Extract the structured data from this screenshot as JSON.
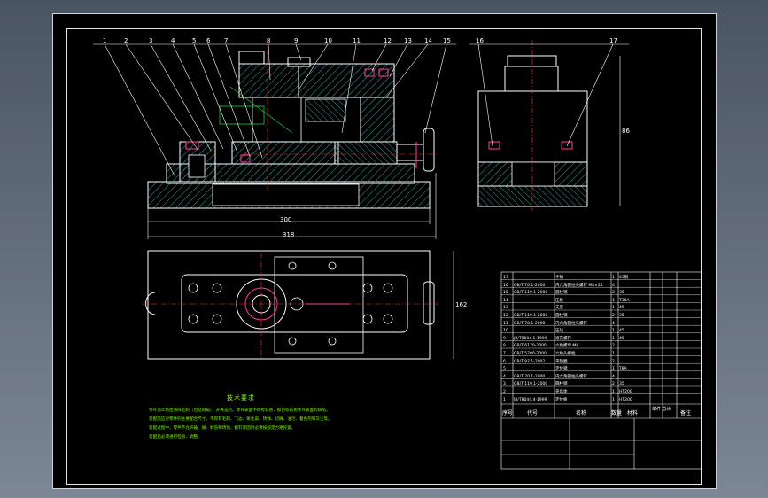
{
  "drawing": {
    "balloons": [
      "1",
      "2",
      "3",
      "4",
      "5",
      "6",
      "7",
      "8",
      "9",
      "10",
      "11",
      "12",
      "13",
      "14",
      "15",
      "16",
      "17"
    ],
    "dimensions": {
      "front_length": "300",
      "overall_length": "318",
      "side_height": "86",
      "plan_width": "162"
    }
  },
  "technical_requirements": {
    "title": "技术要求",
    "lines": [
      "零件加工前应清除毛刺（包括倒角），并去油污。零件表面不得有划伤，擦伤等损伤零件表面的缺陷。",
      "装配前应对零件的主要配合尺寸，不得有毛刺、飞边、氧化皮、锈蚀、切屑、油污、着色剂和灰尘等。",
      "装配过程中，零件不允许磕、碰、划伤和锈蚀，螺钉紧固时必须按规定力矩拧紧。",
      "装配后必须进行检验、调整。"
    ]
  },
  "bom": {
    "rows": [
      {
        "no": "17",
        "code": "",
        "name": "手柄",
        "qty": "1",
        "material": "45钢",
        "note": ""
      },
      {
        "no": "16",
        "code": "GB/T 70.1-2000",
        "name": "内六角圆柱头螺钉 M8×25",
        "qty": "4",
        "material": "",
        "note": ""
      },
      {
        "no": "15",
        "code": "GB/T 119.1-2000",
        "name": "圆柱销",
        "qty": "2",
        "material": "35",
        "note": ""
      },
      {
        "no": "14",
        "code": "",
        "name": "压板",
        "qty": "1",
        "material": "T10A",
        "note": ""
      },
      {
        "no": "13",
        "code": "",
        "name": "支座",
        "qty": "1",
        "material": "45",
        "note": ""
      },
      {
        "no": "12",
        "code": "GB/T 119.1-2000",
        "name": "圆柱销",
        "qty": "2",
        "material": "35",
        "note": ""
      },
      {
        "no": "11",
        "code": "GB/T 70.1-2000",
        "name": "内六角圆柱头螺钉",
        "qty": "4",
        "material": "",
        "note": ""
      },
      {
        "no": "10",
        "code": "",
        "name": "压块",
        "qty": "1",
        "material": "45",
        "note": ""
      },
      {
        "no": "9",
        "code": "JB/T8004.1-1999",
        "name": "滚花螺钉",
        "qty": "1",
        "material": "45",
        "note": ""
      },
      {
        "no": "8",
        "code": "GB/T 6170-2000",
        "name": "六角螺母 M8",
        "qty": "2",
        "material": "",
        "note": ""
      },
      {
        "no": "7",
        "code": "GB/T 5780-2000",
        "name": "六角头螺栓",
        "qty": "1",
        "material": "",
        "note": ""
      },
      {
        "no": "6",
        "code": "GB/T 97.1-2002",
        "name": "平垫圈",
        "qty": "2",
        "material": "",
        "note": ""
      },
      {
        "no": "5",
        "code": "",
        "name": "定位销",
        "qty": "1",
        "material": "T8A",
        "note": ""
      },
      {
        "no": "4",
        "code": "GB/T 70.1-2000",
        "name": "内六角圆柱头螺钉",
        "qty": "4",
        "material": "",
        "note": ""
      },
      {
        "no": "3",
        "code": "GB/T 119.1-2000",
        "name": "圆柱销",
        "qty": "2",
        "material": "35",
        "note": ""
      },
      {
        "no": "2",
        "code": "",
        "name": "夹具体",
        "qty": "1",
        "material": "HT200",
        "note": ""
      },
      {
        "no": "1",
        "code": "JB/T8044.4-1999",
        "name": "定位板",
        "qty": "1",
        "material": "HT200",
        "note": ""
      }
    ],
    "header": {
      "no": "序号",
      "code": "代号",
      "name": "名称",
      "qty": "数量",
      "material": "材料",
      "weight": "单件 总计",
      "note": "备注"
    }
  }
}
